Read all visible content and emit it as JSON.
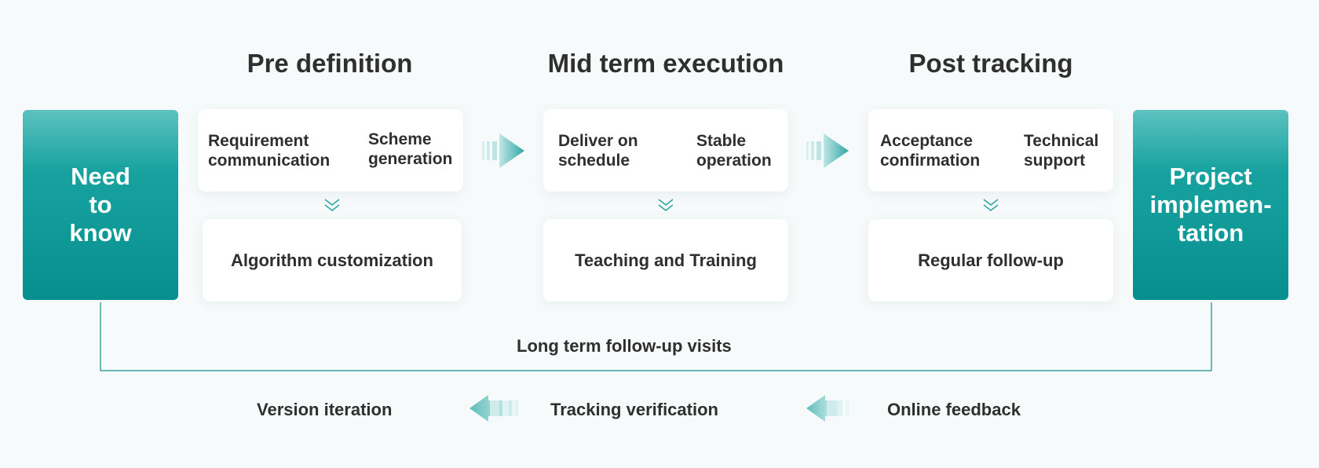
{
  "start_box": {
    "label": "Need\nto\nknow"
  },
  "end_box": {
    "label": "Project\nimplemen-\ntation"
  },
  "phases": [
    {
      "title": "Pre definition",
      "top_items": [
        "Requirement\ncommunication",
        "Scheme\ngeneration"
      ],
      "bottom_item": "Algorithm customization"
    },
    {
      "title": "Mid term execution",
      "top_items": [
        "Deliver on\nschedule",
        "Stable\noperation"
      ],
      "bottom_item": "Teaching and Training"
    },
    {
      "title": "Post tracking",
      "top_items": [
        "Acceptance\nconfirmation",
        "Technical\nsupport"
      ],
      "bottom_item": "Regular follow-up"
    }
  ],
  "loop": {
    "label": "Long term follow-up visits"
  },
  "feedback_flow": [
    "Version iteration",
    "Tracking verification",
    "Online feedback"
  ],
  "colors": {
    "accent": "#129a98",
    "line": "#3aa3a3"
  },
  "icons": {
    "forward_arrow": "arrow-right-icon",
    "back_arrow": "arrow-left-icon",
    "chevron": "double-chevron-down-icon"
  }
}
